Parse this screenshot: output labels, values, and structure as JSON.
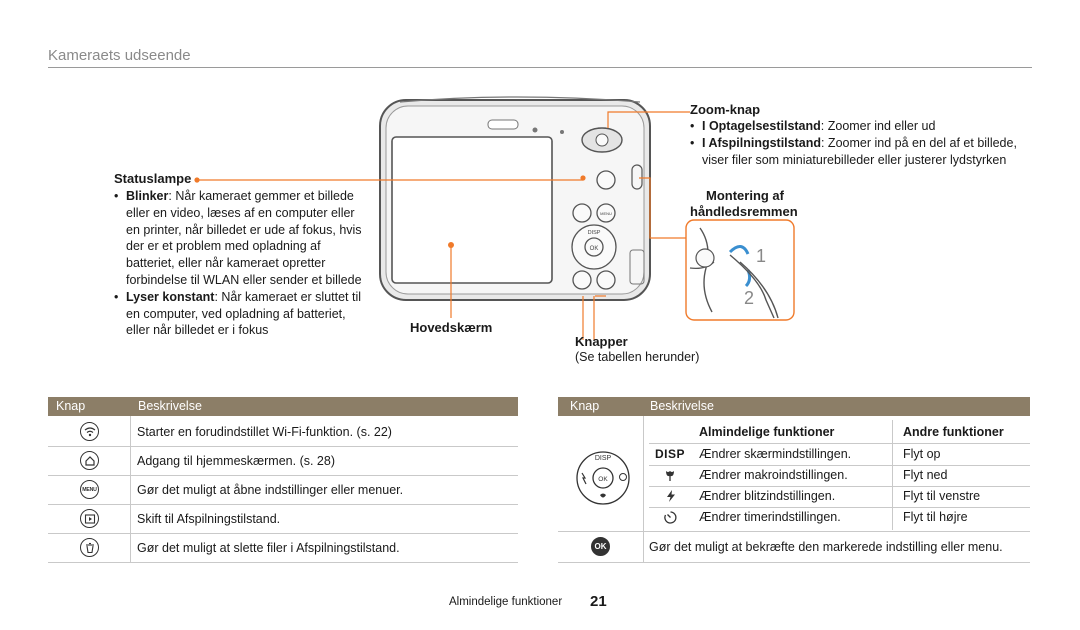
{
  "section_title": "Kameraets udseende",
  "statuslampe": {
    "title": "Statuslampe",
    "items": [
      {
        "bold": "Blinker",
        "text": ": Når kameraet gemmer et billede eller en video, læses af en computer eller en printer, når billedet er ude af fokus, hvis der er et problem med opladning af batteriet, eller når kameraet opretter forbindelse til WLAN eller sender et billede"
      },
      {
        "bold": "Lyser konstant",
        "text": ": Når kameraet er sluttet til en computer, ved opladning af batteriet, eller når billedet er i fokus"
      }
    ]
  },
  "hovedskaerm": "Hovedskærm",
  "zoom": {
    "title": "Zoom-knap",
    "items": [
      {
        "bold": "I Optagelsestilstand",
        "text": ": Zoomer ind eller ud"
      },
      {
        "bold": "I Afspilningstilstand",
        "text": ": Zoomer ind på en del af et billede, viser filer som miniaturebilleder eller justerer lydstyrken"
      }
    ]
  },
  "montering": {
    "line1": "Montering af",
    "line2": "håndledsremmen"
  },
  "knapper": {
    "title": "Knapper",
    "note": "(Se tabellen herunder)"
  },
  "strap_steps": [
    "1",
    "2"
  ],
  "camera_labels": {
    "disp": "DISP",
    "ok": "OK",
    "menu": "MENU"
  },
  "table_left": {
    "headers": [
      "Knap",
      "Beskrivelse"
    ],
    "rows": [
      {
        "icon": "wifi-icon",
        "description": "Starter en forudindstillet Wi-Fi-funktion. (s. 22)"
      },
      {
        "icon": "home-icon",
        "description": "Adgang til hjemmeskærmen. (s. 28)"
      },
      {
        "icon": "menu-icon",
        "icon_text": "MENU",
        "description": "Gør det muligt at åbne indstillinger eller menuer."
      },
      {
        "icon": "playback-icon",
        "description": "Skift til Afspilningstilstand."
      },
      {
        "icon": "delete-icon",
        "description": "Gør det muligt at slette filer i Afspilningstilstand."
      }
    ]
  },
  "table_right": {
    "headers": [
      "Knap",
      "Beskrivelse"
    ],
    "sub_headers": [
      "Almindelige funktioner",
      "Andre funktioner"
    ],
    "dial": {
      "top": "DISP",
      "center": "OK"
    },
    "rows": [
      {
        "icon": "disp-icon",
        "icon_text": "DISP",
        "common": "Ændrer skærmindstillingen.",
        "other": "Flyt op"
      },
      {
        "icon": "macro-icon",
        "common": "Ændrer makroindstillingen.",
        "other": "Flyt ned"
      },
      {
        "icon": "flash-icon",
        "common": "Ændrer blitzindstillingen.",
        "other": "Flyt til venstre"
      },
      {
        "icon": "timer-icon",
        "common": "Ændrer timerindstillingen.",
        "other": "Flyt til højre"
      }
    ],
    "ok_row": {
      "icon": "ok-icon",
      "icon_text": "OK",
      "description": "Gør det muligt at bekræfte den markerede indstilling eller menu."
    }
  },
  "footer": {
    "text": "Almindelige funktioner",
    "page": "21"
  },
  "colors": {
    "accent": "#f07a2a",
    "table_header": "#8c7e67",
    "rule": "#9a9a9a"
  }
}
